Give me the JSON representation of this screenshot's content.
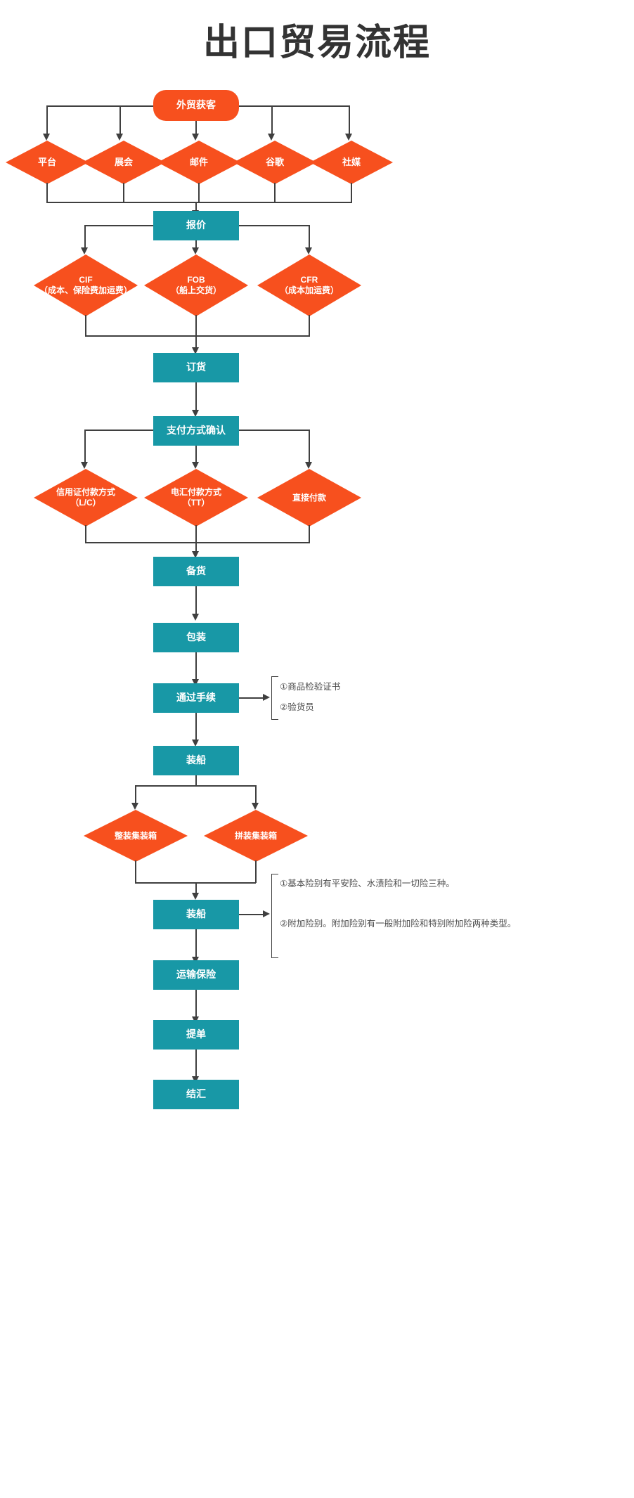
{
  "title": "出口贸易流程",
  "colors": {
    "orange": "#f7501e",
    "teal": "#1898a6",
    "line": "#3f3f3f",
    "title_text": "#333333",
    "note_text": "#4a4a4a",
    "background": "#ffffff"
  },
  "nodes": {
    "start": {
      "label": "外贸获客",
      "shape": "rounded-rect",
      "color": "orange"
    },
    "channels": [
      {
        "label": "平台",
        "shape": "diamond",
        "color": "orange"
      },
      {
        "label": "展会",
        "shape": "diamond",
        "color": "orange"
      },
      {
        "label": "邮件",
        "shape": "diamond",
        "color": "orange"
      },
      {
        "label": "谷歌",
        "shape": "diamond",
        "color": "orange"
      },
      {
        "label": "社媒",
        "shape": "diamond",
        "color": "orange"
      }
    ],
    "quote": {
      "label": "报价",
      "shape": "rect",
      "color": "teal"
    },
    "terms": [
      {
        "label": "CIF\n（成本、保险费加运费）",
        "shape": "diamond",
        "color": "orange"
      },
      {
        "label": "FOB\n（船上交货）",
        "shape": "diamond",
        "color": "orange"
      },
      {
        "label": "CFR\n（成本加运费）",
        "shape": "diamond",
        "color": "orange"
      }
    ],
    "order": {
      "label": "订货",
      "shape": "rect",
      "color": "teal"
    },
    "payment_confirm": {
      "label": "支付方式确认",
      "shape": "rect",
      "color": "teal"
    },
    "payments": [
      {
        "label": "信用证付款方式\n（L/C）",
        "shape": "diamond",
        "color": "orange"
      },
      {
        "label": "电汇付款方式\n（TT）",
        "shape": "diamond",
        "color": "orange"
      },
      {
        "label": "直接付款",
        "shape": "diamond",
        "color": "orange"
      }
    ],
    "prepare": {
      "label": "备货",
      "shape": "rect",
      "color": "teal"
    },
    "packing": {
      "label": "包装",
      "shape": "rect",
      "color": "teal"
    },
    "procedures": {
      "label": "通过手续",
      "shape": "rect",
      "color": "teal"
    },
    "loading1": {
      "label": "装船",
      "shape": "rect",
      "color": "teal"
    },
    "containers": [
      {
        "label": "整装集装箱",
        "shape": "diamond",
        "color": "orange"
      },
      {
        "label": "拼装集装箱",
        "shape": "diamond",
        "color": "orange"
      }
    ],
    "loading2": {
      "label": "装船",
      "shape": "rect",
      "color": "teal"
    },
    "insurance": {
      "label": "运输保险",
      "shape": "rect",
      "color": "teal"
    },
    "bill": {
      "label": "提单",
      "shape": "rect",
      "color": "teal"
    },
    "settlement": {
      "label": "结汇",
      "shape": "rect",
      "color": "teal"
    }
  },
  "annotations": {
    "procedures_note": {
      "line1": "①商品检验证书",
      "line2": "②验货员"
    },
    "insurance_note": {
      "line1": "①基本险别有平安险、水渍险和一切险三种。",
      "line2": "②附加险别。附加险别有一般附加险和特别附加险两种类型。"
    }
  }
}
